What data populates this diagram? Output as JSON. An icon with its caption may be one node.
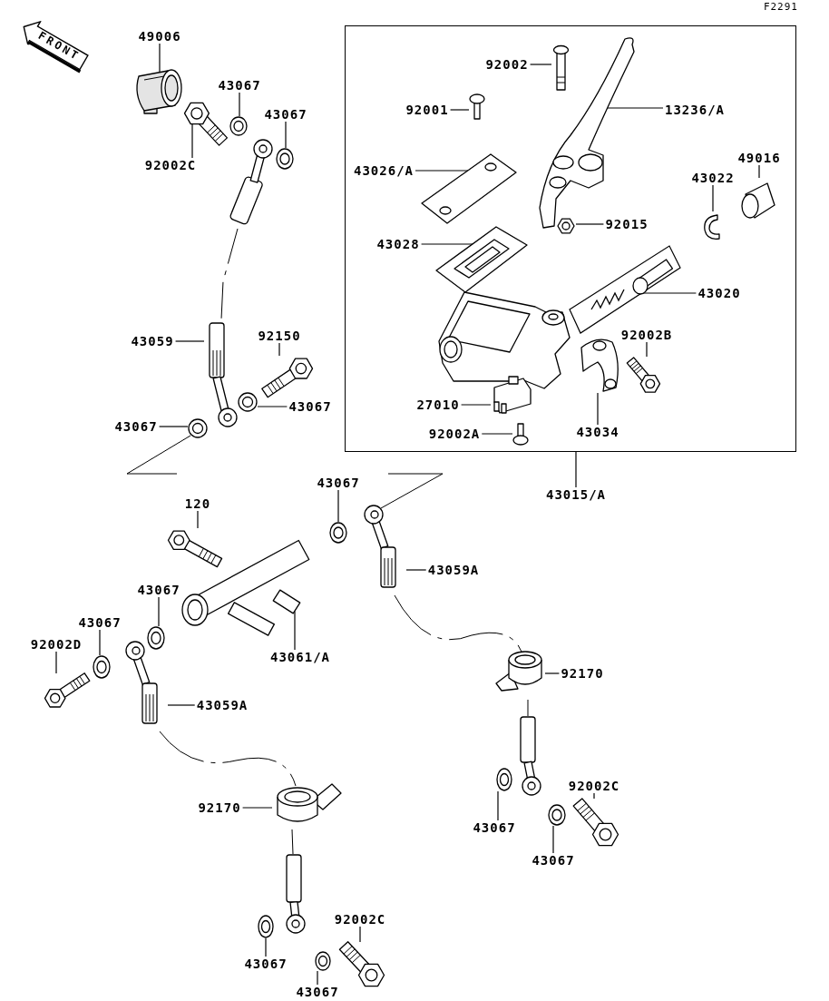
{
  "diagram": {
    "nodes": [
      {
        "text": [],
        "shape": "box"
      },
      {
        "text": [
          "49006"
        ]
      },
      {
        "text": [],
        "shape": "picture"
      },
      {
        "text": [
          "43067"
        ]
      },
      {
        "text": [],
        "shape": "picture"
      },
      {
        "text": [
          "43067"
        ]
      },
      {
        "text": [],
        "shape": "picture"
      },
      {
        "text": [
          "92002C"
        ]
      },
      {
        "text": [],
        "shape": "picture"
      },
      {
        "text": [
          "43059"
        ]
      },
      {
        "text": [],
        "shape": "picture"
      },
      {
        "text": [
          "92150"
        ]
      },
      {
        "text": [],
        "shape": "picture"
      },
      {
        "text": [
          "43067"
        ]
      },
      {
        "text": [],
        "shape": "picture"
      },
      {
        "text": [
          "43067"
        ]
      },
      {
        "text": [],
        "shape": "picture"
      },
      {
        "text": [
          "92002"
        ],
        "in": 0
      },
      {
        "text": [],
        "shape": "picture",
        "in": 0
      },
      {
        "text": [
          "92001"
        ],
        "in": 0
      },
      {
        "text": [],
        "shape": "picture",
        "in": 0
      },
      {
        "text": [
          "13236/A"
        ],
        "in": 0
      },
      {
        "text": [],
        "shape": "picture",
        "in": 0
      },
      {
        "text": [
          "43026/A"
        ],
        "in": 0
      },
      {
        "text": [],
        "shape": "picture",
        "in": 0
      },
      {
        "text": [
          "49016"
        ],
        "in": 0
      },
      {
        "text": [],
        "shape": "picture",
        "in": 0
      },
      {
        "text": [
          "43022"
        ],
        "in": 0
      },
      {
        "text": [],
        "shape": "picture",
        "in": 0
      },
      {
        "text": [
          "92015"
        ],
        "in": 0
      },
      {
        "text": [],
        "shape": "picture",
        "in": 0
      },
      {
        "text": [
          "43028"
        ],
        "in": 0
      },
      {
        "text": [],
        "shape": "picture",
        "in": 0
      },
      {
        "text": [
          "43020"
        ],
        "in": 0
      },
      {
        "text": [],
        "shape": "picture",
        "in": 0
      },
      {
        "text": [
          "92002B"
        ],
        "in": 0
      },
      {
        "text": [],
        "shape": "picture",
        "in": 0
      },
      {
        "text": [
          "27010"
        ],
        "in": 0
      },
      {
        "text": [],
        "shape": "picture",
        "in": 0
      },
      {
        "text": [
          "92002A"
        ],
        "in": 0
      },
      {
        "text": [],
        "shape": "picture",
        "in": 0
      },
      {
        "text": [
          "43034"
        ],
        "in": 0
      },
      {
        "text": [],
        "shape": "picture",
        "in": 0
      },
      {
        "text": [
          "43015/A"
        ]
      },
      {
        "text": [
          "120"
        ]
      },
      {
        "text": [],
        "shape": "picture"
      },
      {
        "text": [
          "43067"
        ]
      },
      {
        "text": [],
        "shape": "picture"
      },
      {
        "text": [
          "43059A"
        ]
      },
      {
        "text": [],
        "shape": "picture"
      },
      {
        "text": [
          "43061/A"
        ]
      },
      {
        "text": [],
        "shape": "picture"
      },
      {
        "text": [
          "43067"
        ]
      },
      {
        "text": [],
        "shape": "picture"
      },
      {
        "text": [
          "43067"
        ]
      },
      {
        "text": [],
        "shape": "picture"
      },
      {
        "text": [
          "92002D"
        ]
      },
      {
        "text": [],
        "shape": "picture"
      },
      {
        "text": [
          "43059A"
        ]
      },
      {
        "text": [],
        "shape": "picture"
      },
      {
        "text": [
          "92170"
        ]
      },
      {
        "text": [],
        "shape": "picture"
      },
      {
        "text": [
          "43067"
        ]
      },
      {
        "text": [],
        "shape": "picture"
      },
      {
        "text": [
          "92002C"
        ]
      },
      {
        "text": [],
        "shape": "picture"
      },
      {
        "text": [
          "43067"
        ]
      },
      {
        "text": [],
        "shape": "picture"
      },
      {
        "text": [
          "92170"
        ]
      },
      {
        "text": [],
        "shape": "picture"
      },
      {
        "text": [
          "43067"
        ]
      },
      {
        "text": [],
        "shape": "picture"
      },
      {
        "text": [
          "92002C"
        ]
      },
      {
        "text": [],
        "shape": "picture"
      },
      {
        "text": [
          "43067"
        ]
      },
      {
        "text": [],
        "shape": "picture"
      }
    ],
    "edges": [
      {
        "from": 1,
        "to": 2,
        "arrow": "none"
      },
      {
        "from": 3,
        "to": 4,
        "arrow": "none"
      },
      {
        "from": 5,
        "to": 6,
        "arrow": "none"
      },
      {
        "from": 7,
        "to": 8,
        "arrow": "none"
      },
      {
        "from": 9,
        "to": 10,
        "arrow": "none"
      },
      {
        "from": 11,
        "to": 12,
        "arrow": "none"
      },
      {
        "from": 13,
        "to": 14,
        "arrow": "none"
      },
      {
        "from": 15,
        "to": 16,
        "arrow": "none"
      },
      {
        "from": 17,
        "to": 18,
        "arrow": "none"
      },
      {
        "from": 19,
        "to": 20,
        "arrow": "none"
      },
      {
        "from": 21,
        "to": 22,
        "arrow": "none"
      },
      {
        "from": 23,
        "to": 24,
        "arrow": "none"
      },
      {
        "from": 25,
        "to": 26,
        "arrow": "none"
      },
      {
        "from": 27,
        "to": 28,
        "arrow": "none"
      },
      {
        "from": 29,
        "to": 30,
        "arrow": "none"
      },
      {
        "from": 31,
        "to": 32,
        "arrow": "none"
      },
      {
        "from": 33,
        "to": 34,
        "arrow": "none"
      },
      {
        "from": 35,
        "to": 36,
        "arrow": "none"
      },
      {
        "from": 37,
        "to": 38,
        "arrow": "none"
      },
      {
        "from": 39,
        "to": 40,
        "arrow": "none"
      },
      {
        "from": 41,
        "to": 42,
        "arrow": "none"
      },
      {
        "from": 43,
        "to": 0,
        "arrow": "none"
      },
      {
        "from": 44,
        "to": 45,
        "arrow": "none"
      },
      {
        "from": 46,
        "to": 47,
        "arrow": "none"
      },
      {
        "from": 48,
        "to": 49,
        "arrow": "none"
      },
      {
        "from": 50,
        "to": 51,
        "arrow": "none"
      },
      {
        "from": 52,
        "to": 53,
        "arrow": "none"
      },
      {
        "from": 54,
        "to": 55,
        "arrow": "none"
      },
      {
        "from": 56,
        "to": 57,
        "arrow": "none"
      },
      {
        "from": 58,
        "to": 59,
        "arrow": "none"
      },
      {
        "from": 60,
        "to": 61,
        "arrow": "none"
      },
      {
        "from": 62,
        "to": 63,
        "arrow": "none"
      },
      {
        "from": 64,
        "to": 65,
        "arrow": "none"
      },
      {
        "from": 66,
        "to": 67,
        "arrow": "none"
      },
      {
        "from": 68,
        "to": 69,
        "arrow": "none"
      },
      {
        "from": 70,
        "to": 71,
        "arrow": "none"
      },
      {
        "from": 72,
        "to": 73,
        "arrow": "none"
      },
      {
        "from": 74,
        "to": 75,
        "arrow": "none"
      }
    ],
    "labels": [
      "F2291",
      "FRONT"
    ]
  }
}
